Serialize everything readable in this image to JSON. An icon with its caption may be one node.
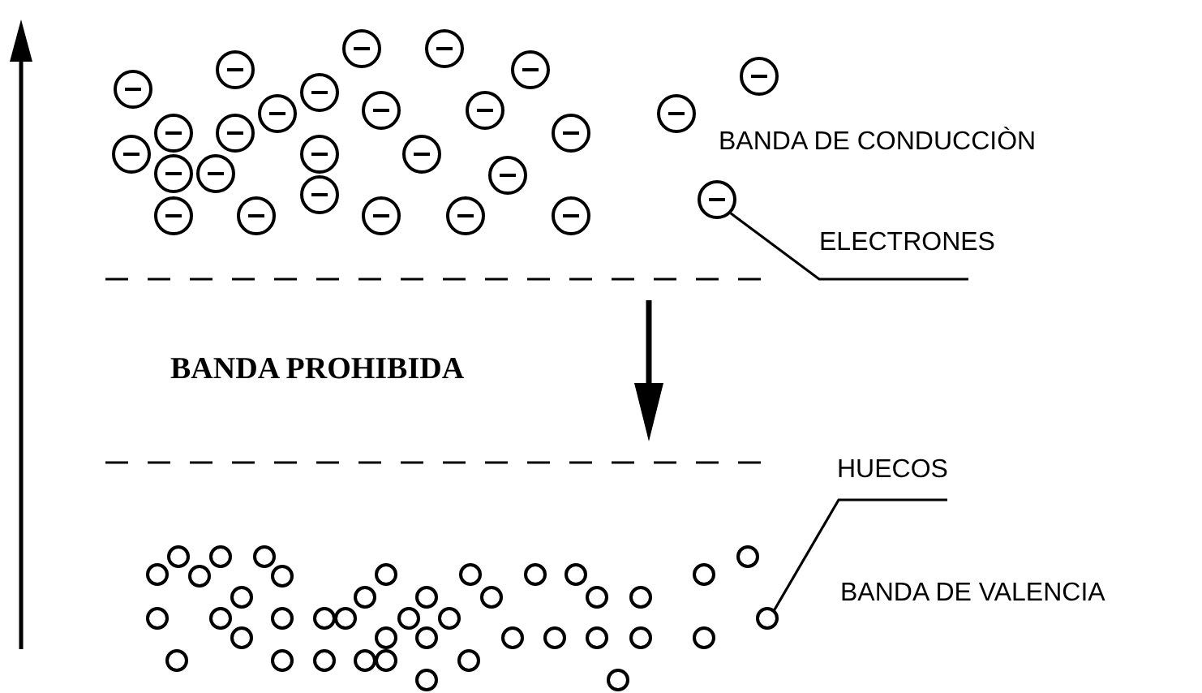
{
  "diagram": {
    "nodes": [
      {
        "text": [],
        "shape": "circle"
      },
      {
        "text": [
          "ELECTRONES"
        ]
      },
      {
        "text": [
          "HUECOS"
        ]
      },
      {
        "text": [],
        "shape": "circle"
      }
    ],
    "edges": [
      {
        "from": 1,
        "to": 0,
        "arrow": "none"
      },
      {
        "from": 2,
        "to": 3,
        "arrow": "none"
      }
    ],
    "labels": [
      "BANDA DE CONDUCCIÒN",
      "BANDA PROHIBIDA",
      "BANDA DE VALENCIA"
    ]
  }
}
